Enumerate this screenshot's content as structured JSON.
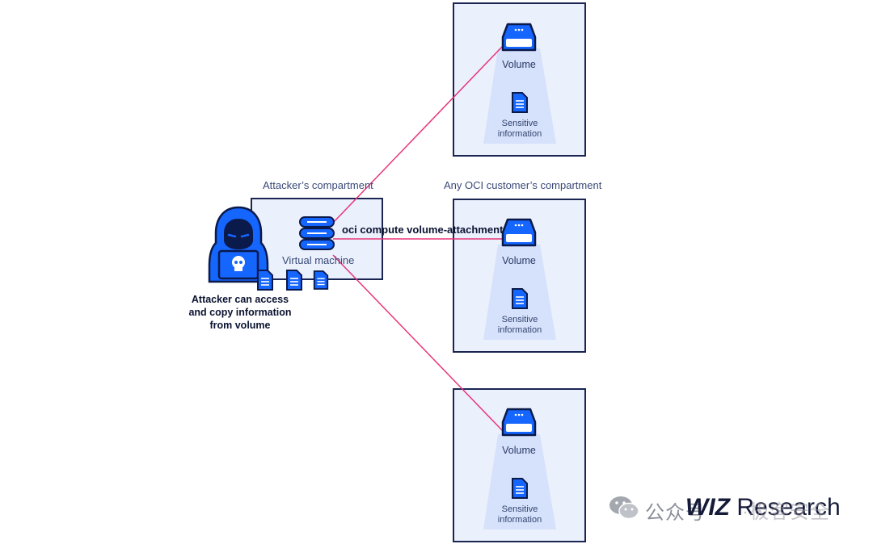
{
  "diagram": {
    "attacker_compartment_label": "Attacker’s compartment",
    "customer_compartment_label": "Any OCI customer’s compartment",
    "vm_label": "Virtual machine",
    "command_label": "oci compute volume-attachment",
    "attacker_caption": [
      "Attacker can access",
      "and copy information",
      "from volume"
    ],
    "volumes": [
      {
        "volume_label": "Volume",
        "info_label_1": "Sensitive",
        "info_label_2": "information"
      },
      {
        "volume_label": "Volume",
        "info_label_1": "Sensitive",
        "info_label_2": "information"
      },
      {
        "volume_label": "Volume",
        "info_label_1": "Sensitive",
        "info_label_2": "information"
      }
    ],
    "colors": {
      "accent": "#1565ff",
      "line": "#e8357a",
      "border": "#1b2552",
      "box_fill": "#eaf0fc"
    }
  },
  "watermark": {
    "wechat_text": "公众号",
    "brand": "WIZ",
    "brand_suffix": "Research",
    "overlay_text": "·极客安全"
  }
}
